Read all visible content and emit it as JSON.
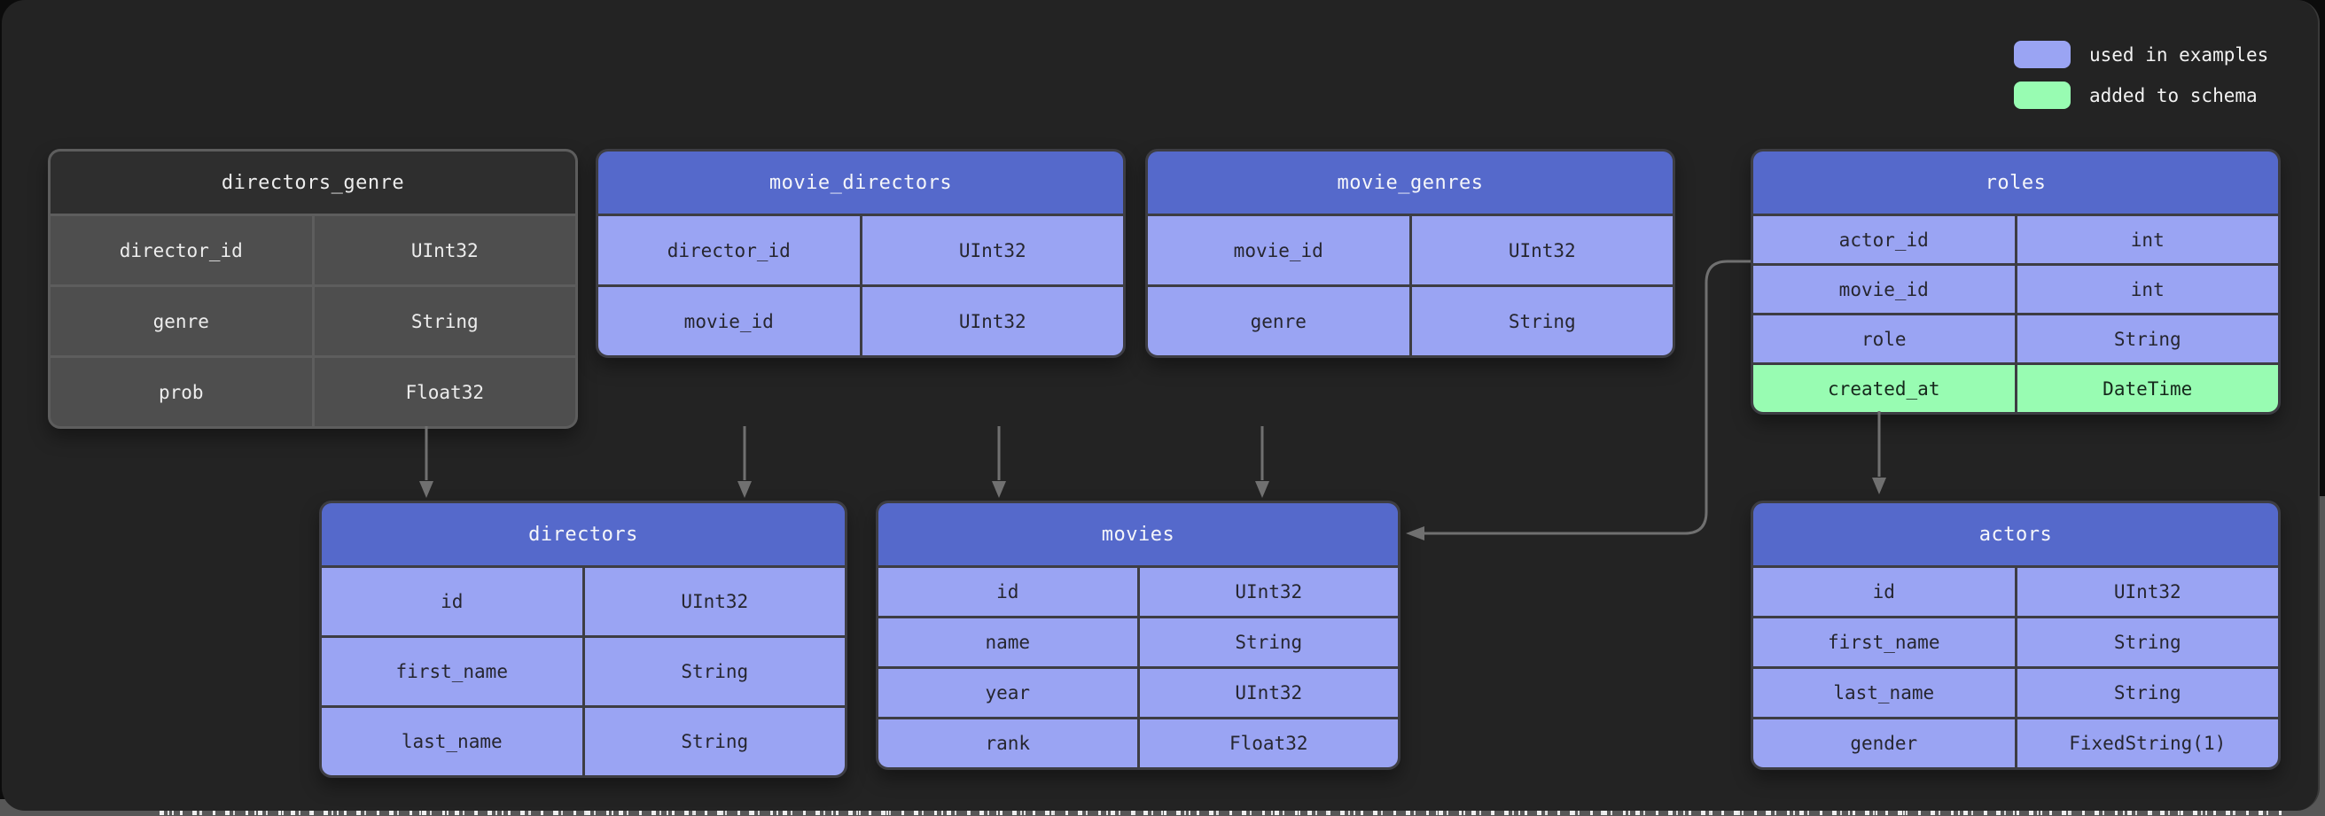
{
  "legend": {
    "items": [
      {
        "label": "used in examples",
        "color": "#9aa4f3"
      },
      {
        "label": "added to schema",
        "color": "#98fcb2"
      }
    ]
  },
  "tables": [
    {
      "id": "directors_genre",
      "title": "directors_genre",
      "theme": "gray",
      "columns": [
        {
          "name": "director_id",
          "type": "UInt32"
        },
        {
          "name": "genre",
          "type": "String"
        },
        {
          "name": "prob",
          "type": "Float32"
        }
      ]
    },
    {
      "id": "movie_directors",
      "title": "movie_directors",
      "theme": "blue",
      "columns": [
        {
          "name": "director_id",
          "type": "UInt32"
        },
        {
          "name": "movie_id",
          "type": "UInt32"
        }
      ]
    },
    {
      "id": "movie_genres",
      "title": "movie_genres",
      "theme": "blue",
      "columns": [
        {
          "name": "movie_id",
          "type": "UInt32"
        },
        {
          "name": "genre",
          "type": "String"
        }
      ]
    },
    {
      "id": "roles",
      "title": "roles",
      "theme": "blue",
      "columns": [
        {
          "name": "actor_id",
          "type": "int"
        },
        {
          "name": "movie_id",
          "type": "int"
        },
        {
          "name": "role",
          "type": "String"
        },
        {
          "name": "created_at",
          "type": "DateTime",
          "added": true
        }
      ]
    },
    {
      "id": "directors",
      "title": "directors",
      "theme": "blue",
      "columns": [
        {
          "name": "id",
          "type": "UInt32"
        },
        {
          "name": "first_name",
          "type": "String"
        },
        {
          "name": "last_name",
          "type": "String"
        }
      ]
    },
    {
      "id": "movies",
      "title": "movies",
      "theme": "blue",
      "columns": [
        {
          "name": "id",
          "type": "UInt32"
        },
        {
          "name": "name",
          "type": "String"
        },
        {
          "name": "year",
          "type": "UInt32"
        },
        {
          "name": "rank",
          "type": "Float32"
        }
      ]
    },
    {
      "id": "actors",
      "title": "actors",
      "theme": "blue",
      "columns": [
        {
          "name": "id",
          "type": "UInt32"
        },
        {
          "name": "first_name",
          "type": "String"
        },
        {
          "name": "last_name",
          "type": "String"
        },
        {
          "name": "gender",
          "type": "FixedString(1)"
        }
      ]
    }
  ],
  "connectors": [
    {
      "from": "directors_genre",
      "to": "directors"
    },
    {
      "from": "movie_directors",
      "to": "directors"
    },
    {
      "from": "movie_directors",
      "to": "movies"
    },
    {
      "from": "movie_genres",
      "to": "movies"
    },
    {
      "from": "roles",
      "to": "movies"
    },
    {
      "from": "roles",
      "to": "actors"
    }
  ],
  "colors": {
    "canvas": "#232323",
    "frame": "#575757",
    "header_blue": "#5569cb",
    "row_blue": "#9aa4f3",
    "green": "#98fcb2",
    "gray_header": "#2e2e2e",
    "gray_row": "#4e4e4e",
    "arrow": "#707070",
    "header_text": "#f5f6fa",
    "cell_text": "#26262f",
    "light_text": "#ededed"
  }
}
